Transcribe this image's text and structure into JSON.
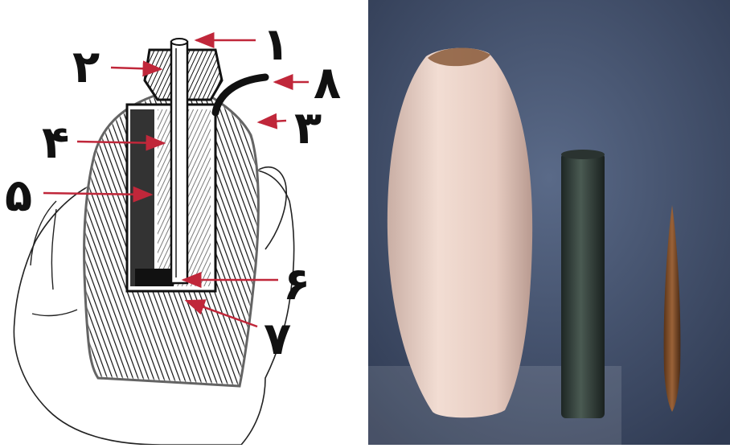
{
  "diagram": {
    "labels": {
      "label_1": "۱",
      "label_2": "۲",
      "label_3": "۳",
      "label_4": "۴",
      "label_5": "۵",
      "label_6": "۶",
      "label_7": "۷",
      "label_8": "۸"
    }
  },
  "colors": {
    "arrow": "#c0273a",
    "ink": "#111111",
    "backdrop": "#4b5a78",
    "jar": "#e9d2c8",
    "copper": "#2e3a36",
    "iron_rod": "#7a4a2a"
  }
}
